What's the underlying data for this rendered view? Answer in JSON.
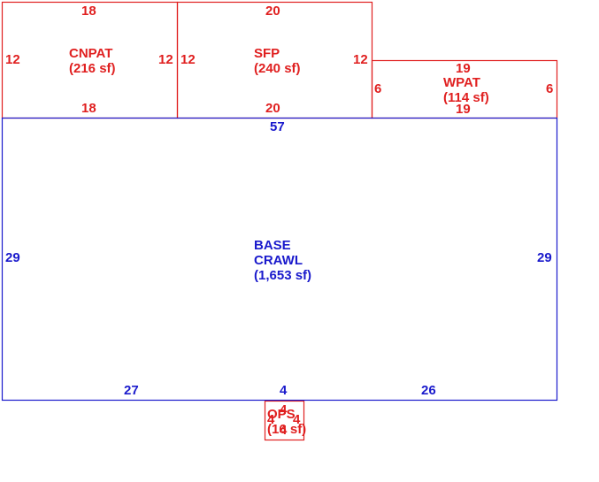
{
  "colors": {
    "addition_line": "#e02020",
    "base_line": "#1a1acc",
    "background": "#ffffff"
  },
  "areas": {
    "cnpat": {
      "name": "CNPAT",
      "area": "(216 sf)",
      "dim_top": "18",
      "dim_bottom": "18",
      "dim_left": "12",
      "dim_right": "12"
    },
    "sfp": {
      "name": "SFP",
      "area": "(240 sf)",
      "dim_top": "20",
      "dim_bottom": "20",
      "dim_left": "12",
      "dim_right": "12"
    },
    "wpat": {
      "name": "WPAT",
      "area": "(114 sf)",
      "dim_top": "19",
      "dim_bottom": "19",
      "dim_left": "6",
      "dim_right": "6"
    },
    "base": {
      "name_line1": "BASE",
      "name_line2": "CRAWL",
      "area": "(1,653 sf)",
      "dim_top": "57",
      "dim_left": "29",
      "dim_right": "29",
      "dim_bottom_left": "27",
      "dim_bottom_mid": "4",
      "dim_bottom_right": "26"
    },
    "ops": {
      "name": "OPS",
      "area": "(16 sf)",
      "dim_top": "4",
      "dim_bottom": "4",
      "dim_left": "4",
      "dim_right": "4"
    }
  }
}
